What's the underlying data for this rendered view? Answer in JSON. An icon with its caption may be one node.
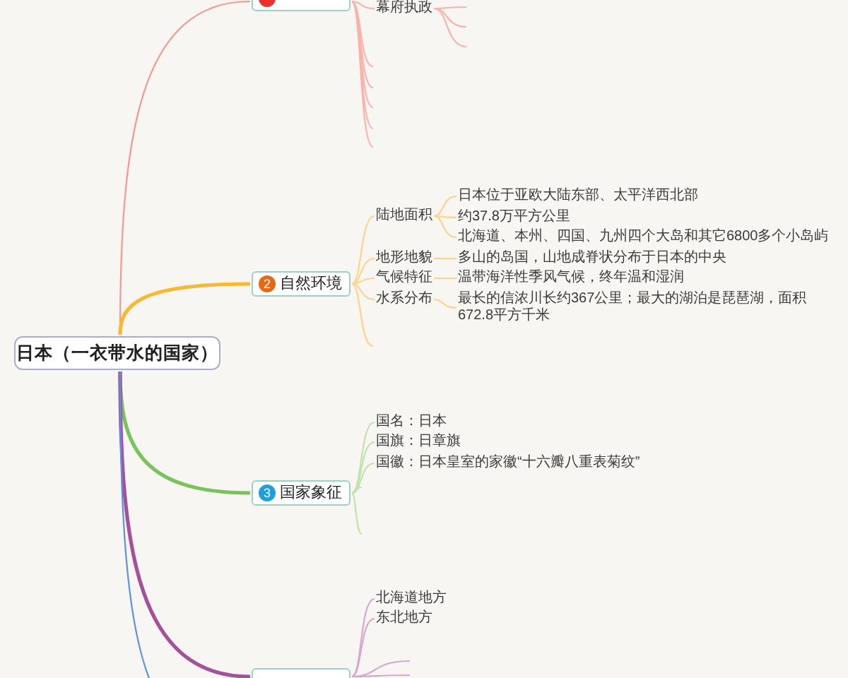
{
  "diagram": {
    "nodes": [
      {
        "text": [
          "日本（一衣带水的国家）"
        ]
      },
      {
        "text": [],
        "shape": "box"
      },
      {
        "text": [
          "幕府执政"
        ]
      },
      {
        "text": [
          "2",
          "自然环境"
        ]
      },
      {
        "text": [
          "陆地面积"
        ]
      },
      {
        "text": [
          "日本位于亚欧大陆东部、太平洋西北部"
        ]
      },
      {
        "text": [
          "约37.8万平方公里"
        ]
      },
      {
        "text": [
          "北海道、本州、四国、九州四个大岛和其它6800多个小岛屿"
        ]
      },
      {
        "text": [
          "地形地貌"
        ]
      },
      {
        "text": [
          "多山的岛国，山地成脊状分布于日本的中央"
        ]
      },
      {
        "text": [
          "气候特征"
        ]
      },
      {
        "text": [
          "温带海洋性季风气候，终年温和湿润"
        ]
      },
      {
        "text": [
          "水系分布"
        ]
      },
      {
        "text": [
          "最长的信浓川长约367公里；最大的湖泊是琵琶湖，面积672.8平方千米"
        ]
      },
      {
        "text": [
          "3",
          "国家象征"
        ]
      },
      {
        "text": [
          "国名：日本"
        ]
      },
      {
        "text": [
          "国旗：日章旗"
        ]
      },
      {
        "text": [
          "国徽：日本皇室的家徽“十六瓣八重表菊纹”"
        ]
      },
      {
        "text": [],
        "shape": "box"
      },
      {
        "text": [
          "北海道地方"
        ]
      },
      {
        "text": [
          "东北地方"
        ]
      }
    ],
    "edges": [
      {
        "from": 0,
        "to": 1,
        "arrow": "none",
        "color": "#f5978f"
      },
      {
        "from": 1,
        "to": 2,
        "arrow": "none",
        "color": "#f9b3ab"
      },
      {
        "from": 2,
        "to": null,
        "arrow": "none",
        "color": "#f9b3ab"
      },
      {
        "from": 2,
        "to": null,
        "arrow": "none",
        "color": "#f9b3ab"
      },
      {
        "from": 2,
        "to": null,
        "arrow": "none",
        "color": "#f9b3ab"
      },
      {
        "from": 1,
        "to": null,
        "arrow": "none",
        "color": "#f9b3ab"
      },
      {
        "from": 1,
        "to": null,
        "arrow": "none",
        "color": "#f9b3ab"
      },
      {
        "from": 1,
        "to": null,
        "arrow": "none",
        "color": "#f9b3ab"
      },
      {
        "from": 1,
        "to": null,
        "arrow": "none",
        "color": "#f9b3ab"
      },
      {
        "from": 1,
        "to": null,
        "arrow": "none",
        "color": "#f9b3ab"
      },
      {
        "from": 0,
        "to": 3,
        "arrow": "none",
        "style": "thick",
        "color": "#f8b832"
      },
      {
        "from": 3,
        "to": 4,
        "arrow": "none",
        "color": "#fdd48e"
      },
      {
        "from": 3,
        "to": 8,
        "arrow": "none",
        "color": "#fdd48e"
      },
      {
        "from": 3,
        "to": 10,
        "arrow": "none",
        "color": "#fdd48e"
      },
      {
        "from": 3,
        "to": 12,
        "arrow": "none",
        "color": "#fdd48e"
      },
      {
        "from": 3,
        "to": null,
        "arrow": "none",
        "color": "#fdd48e"
      },
      {
        "from": 4,
        "to": 5,
        "arrow": "none",
        "color": "#fdd48e"
      },
      {
        "from": 4,
        "to": 6,
        "arrow": "none",
        "color": "#fdd48e"
      },
      {
        "from": 4,
        "to": 7,
        "arrow": "none",
        "color": "#fdd48e"
      },
      {
        "from": 8,
        "to": 9,
        "arrow": "none",
        "color": "#fdd48e"
      },
      {
        "from": 10,
        "to": 11,
        "arrow": "none",
        "color": "#fdd48e"
      },
      {
        "from": 12,
        "to": 13,
        "arrow": "none",
        "color": "#fdd48e"
      },
      {
        "from": 0,
        "to": 14,
        "arrow": "none",
        "style": "thick",
        "color": "#79c35b"
      },
      {
        "from": 14,
        "to": 15,
        "arrow": "none",
        "color": "#c0e3ae"
      },
      {
        "from": 14,
        "to": 16,
        "arrow": "none",
        "color": "#c0e3ae"
      },
      {
        "from": 14,
        "to": 17,
        "arrow": "none",
        "color": "#c0e3ae"
      },
      {
        "from": 14,
        "to": null,
        "arrow": "none",
        "color": "#c0e3ae"
      },
      {
        "from": 14,
        "to": null,
        "arrow": "none",
        "color": "#c0e3ae"
      },
      {
        "from": 0,
        "to": 18,
        "arrow": "none",
        "style": "thick",
        "color": "#a4509a"
      },
      {
        "from": 18,
        "to": 19,
        "arrow": "none",
        "color": "#d6a8d1"
      },
      {
        "from": 18,
        "to": 20,
        "arrow": "none",
        "color": "#d6a8d1"
      },
      {
        "from": 18,
        "to": null,
        "arrow": "none",
        "color": "#d6a8d1"
      },
      {
        "from": 18,
        "to": null,
        "arrow": "none",
        "color": "#d6a8d1"
      },
      {
        "from": 0,
        "to": null,
        "arrow": "none",
        "color": "#6090e0"
      }
    ]
  }
}
